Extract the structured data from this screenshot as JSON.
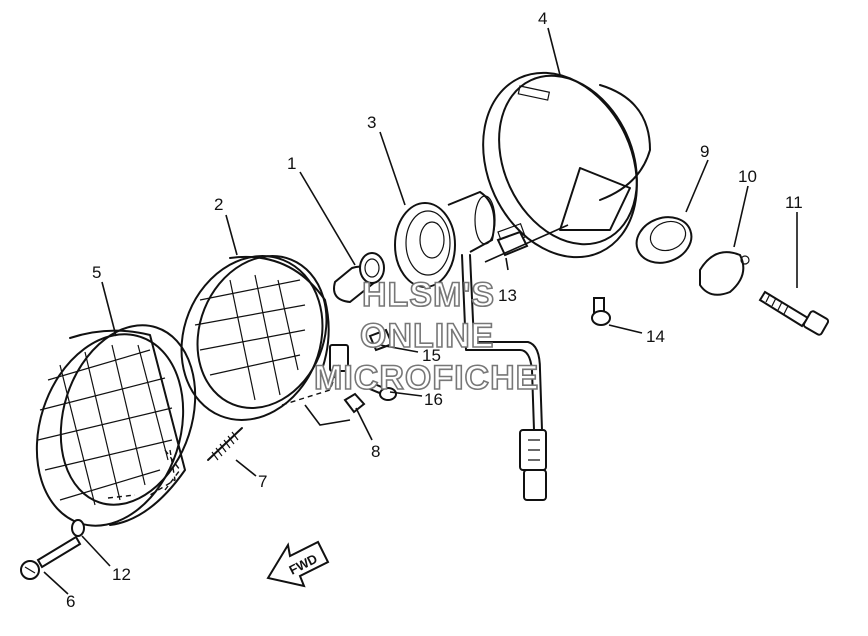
{
  "callouts": [
    {
      "id": "c1",
      "text": "1"
    },
    {
      "id": "c2",
      "text": "2"
    },
    {
      "id": "c3",
      "text": "3"
    },
    {
      "id": "c4",
      "text": "4"
    },
    {
      "id": "c5",
      "text": "5"
    },
    {
      "id": "c6",
      "text": "6"
    },
    {
      "id": "c7",
      "text": "7"
    },
    {
      "id": "c8",
      "text": "8"
    },
    {
      "id": "c9",
      "text": "9"
    },
    {
      "id": "c10",
      "text": "10"
    },
    {
      "id": "c11",
      "text": "11"
    },
    {
      "id": "c12",
      "text": "12"
    },
    {
      "id": "c13",
      "text": "13"
    },
    {
      "id": "c14",
      "text": "14"
    },
    {
      "id": "c15",
      "text": "15"
    },
    {
      "id": "c16",
      "text": "16"
    }
  ],
  "watermark": {
    "line1": "HLSM'S",
    "line2": "ONLINE",
    "line3": "MICROFICHE"
  },
  "fwd_arrow": {
    "label": "FWD"
  }
}
